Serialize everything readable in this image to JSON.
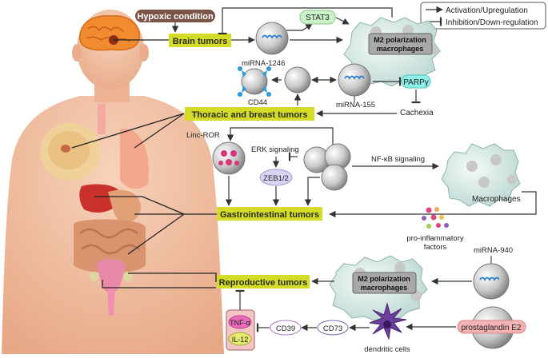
{
  "legend": {
    "activation": "Activation/Upregulation",
    "inhibition": "Inhibition/Down-regulation"
  },
  "labels": {
    "hypoxic": "Hypoxic condition",
    "brain": "Brain tumors",
    "thoracic": "Thoracic and breast tumors",
    "gastro": "Gastrointestinal tumors",
    "repro": "Reproductive tumors",
    "stat3": "STAT3",
    "mirna1246": "miRNA-1246",
    "m2_line1": "M2 polarization",
    "m2_line2": "macrophages",
    "cd44": "CD44",
    "mirna155": "miRNA-155",
    "parp": "PARPγ",
    "cachexia": "Cachexia",
    "lincror": "Linc-ROR",
    "erk": "ERK signaling",
    "zeb": "ZEB1/2",
    "nfkb": "NF-κB signaling",
    "macrophages": "Macrophages",
    "proinf_line1": "pro-inflammatory",
    "proinf_line2": "factors",
    "mirna940": "miRNA-940",
    "tnfa": "TNF-α",
    "il12": "IL-12",
    "cd39": "CD39",
    "cd73": "CD73",
    "dendritic": "dendritic cells",
    "pge2": "prostaglandin E2"
  },
  "colors": {
    "tumor_label_bg": "#d4dc27",
    "hypoxic_bg": "#7a5448",
    "stat3": "#c9f2c9",
    "parp": "#8ef0e8",
    "zeb": "#d8d4f2",
    "cd": "#ffffff",
    "tnfa": "#e86ab9",
    "il12": "#e4e86e",
    "pge2": "#f3b3b3",
    "skin": "#f2c3a6",
    "arrow": "#333333"
  }
}
